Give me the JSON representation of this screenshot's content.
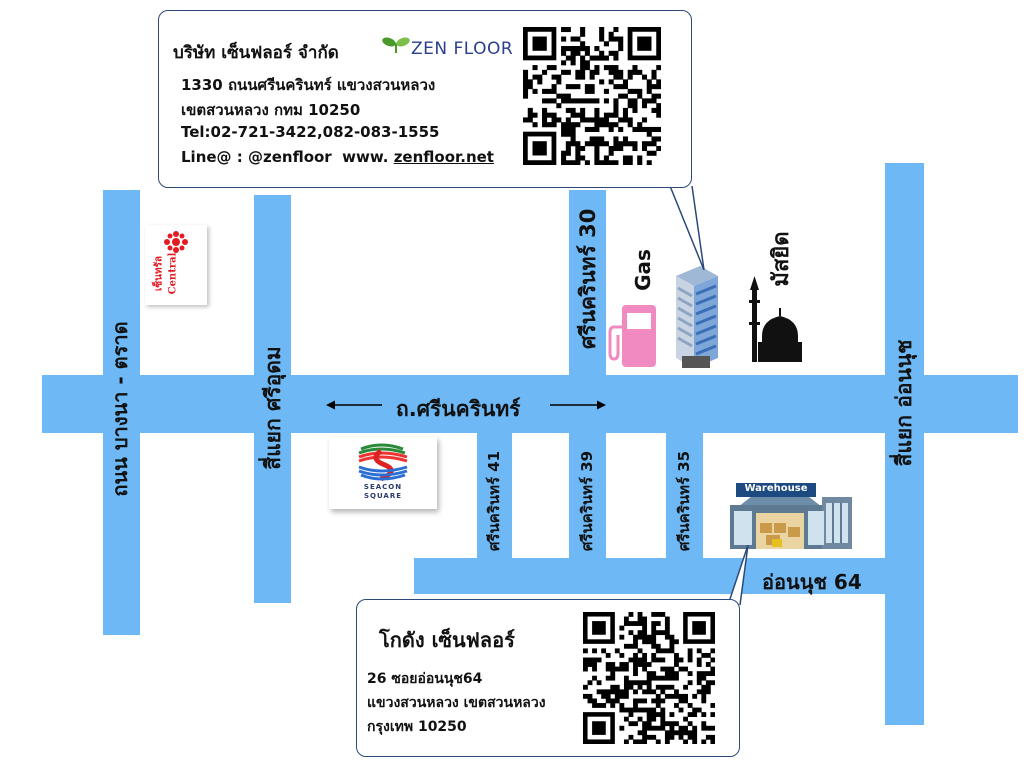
{
  "company": {
    "name": "บริษัท เซ็นฟลอร์ จำกัด",
    "logo_text": "ZEN FLOOR",
    "address_line1": "1330 ถนนศรีนครินทร์ แขวงสวนหลวง",
    "address_line2": "เขตสวนหลวง กทม 10250",
    "phone": "Tel:02-721-3422,082-083-1555",
    "line_prefix": "Line@ : @zenfloor  www. ",
    "website": "zenfloor.net"
  },
  "warehouse": {
    "title": "โกดัง เซ็นฟลอร์",
    "address_line1": "26  ซอยอ่อนนุช64",
    "address_line2": "แขวงสวนหลวง เขตสวนหลวง",
    "address_line3": "กรุงเทพ 10250",
    "sign": "Warehouse"
  },
  "roads": {
    "bangna_trat": "ถนน บางนา - ตราด",
    "srinakarin_main": "ถ.ศรีนครินทร์",
    "siyaek_sriudom": "สี่แยก ศรีอุดม",
    "siyaek_onnut": "สี่แยก อ่อนนุช",
    "srinakarin_30": "ศรีนครินทร์ 30",
    "srinakarin_41": "ศรีนครินทร์ 41",
    "srinakarin_39": "ศรีนครินทร์ 39",
    "srinakarin_35": "ศรีนครินทร์ 35",
    "onnut_64": "อ่อนนุช 64"
  },
  "landmarks": {
    "gas": "Gas",
    "mosque": "มัสยิด",
    "central_line1": "เซ็นทรัล",
    "central_line2": "Central",
    "seacon_line1": "SEACON",
    "seacon_line2": "SQUARE"
  },
  "colors": {
    "road": "#6db8f5",
    "gas_pump": "#f08ac0",
    "callout_border": "#2b4a7a",
    "central_red": "#e31b23",
    "zen_green": "#4a9a2a",
    "zen_blue": "#2b3f8c"
  }
}
